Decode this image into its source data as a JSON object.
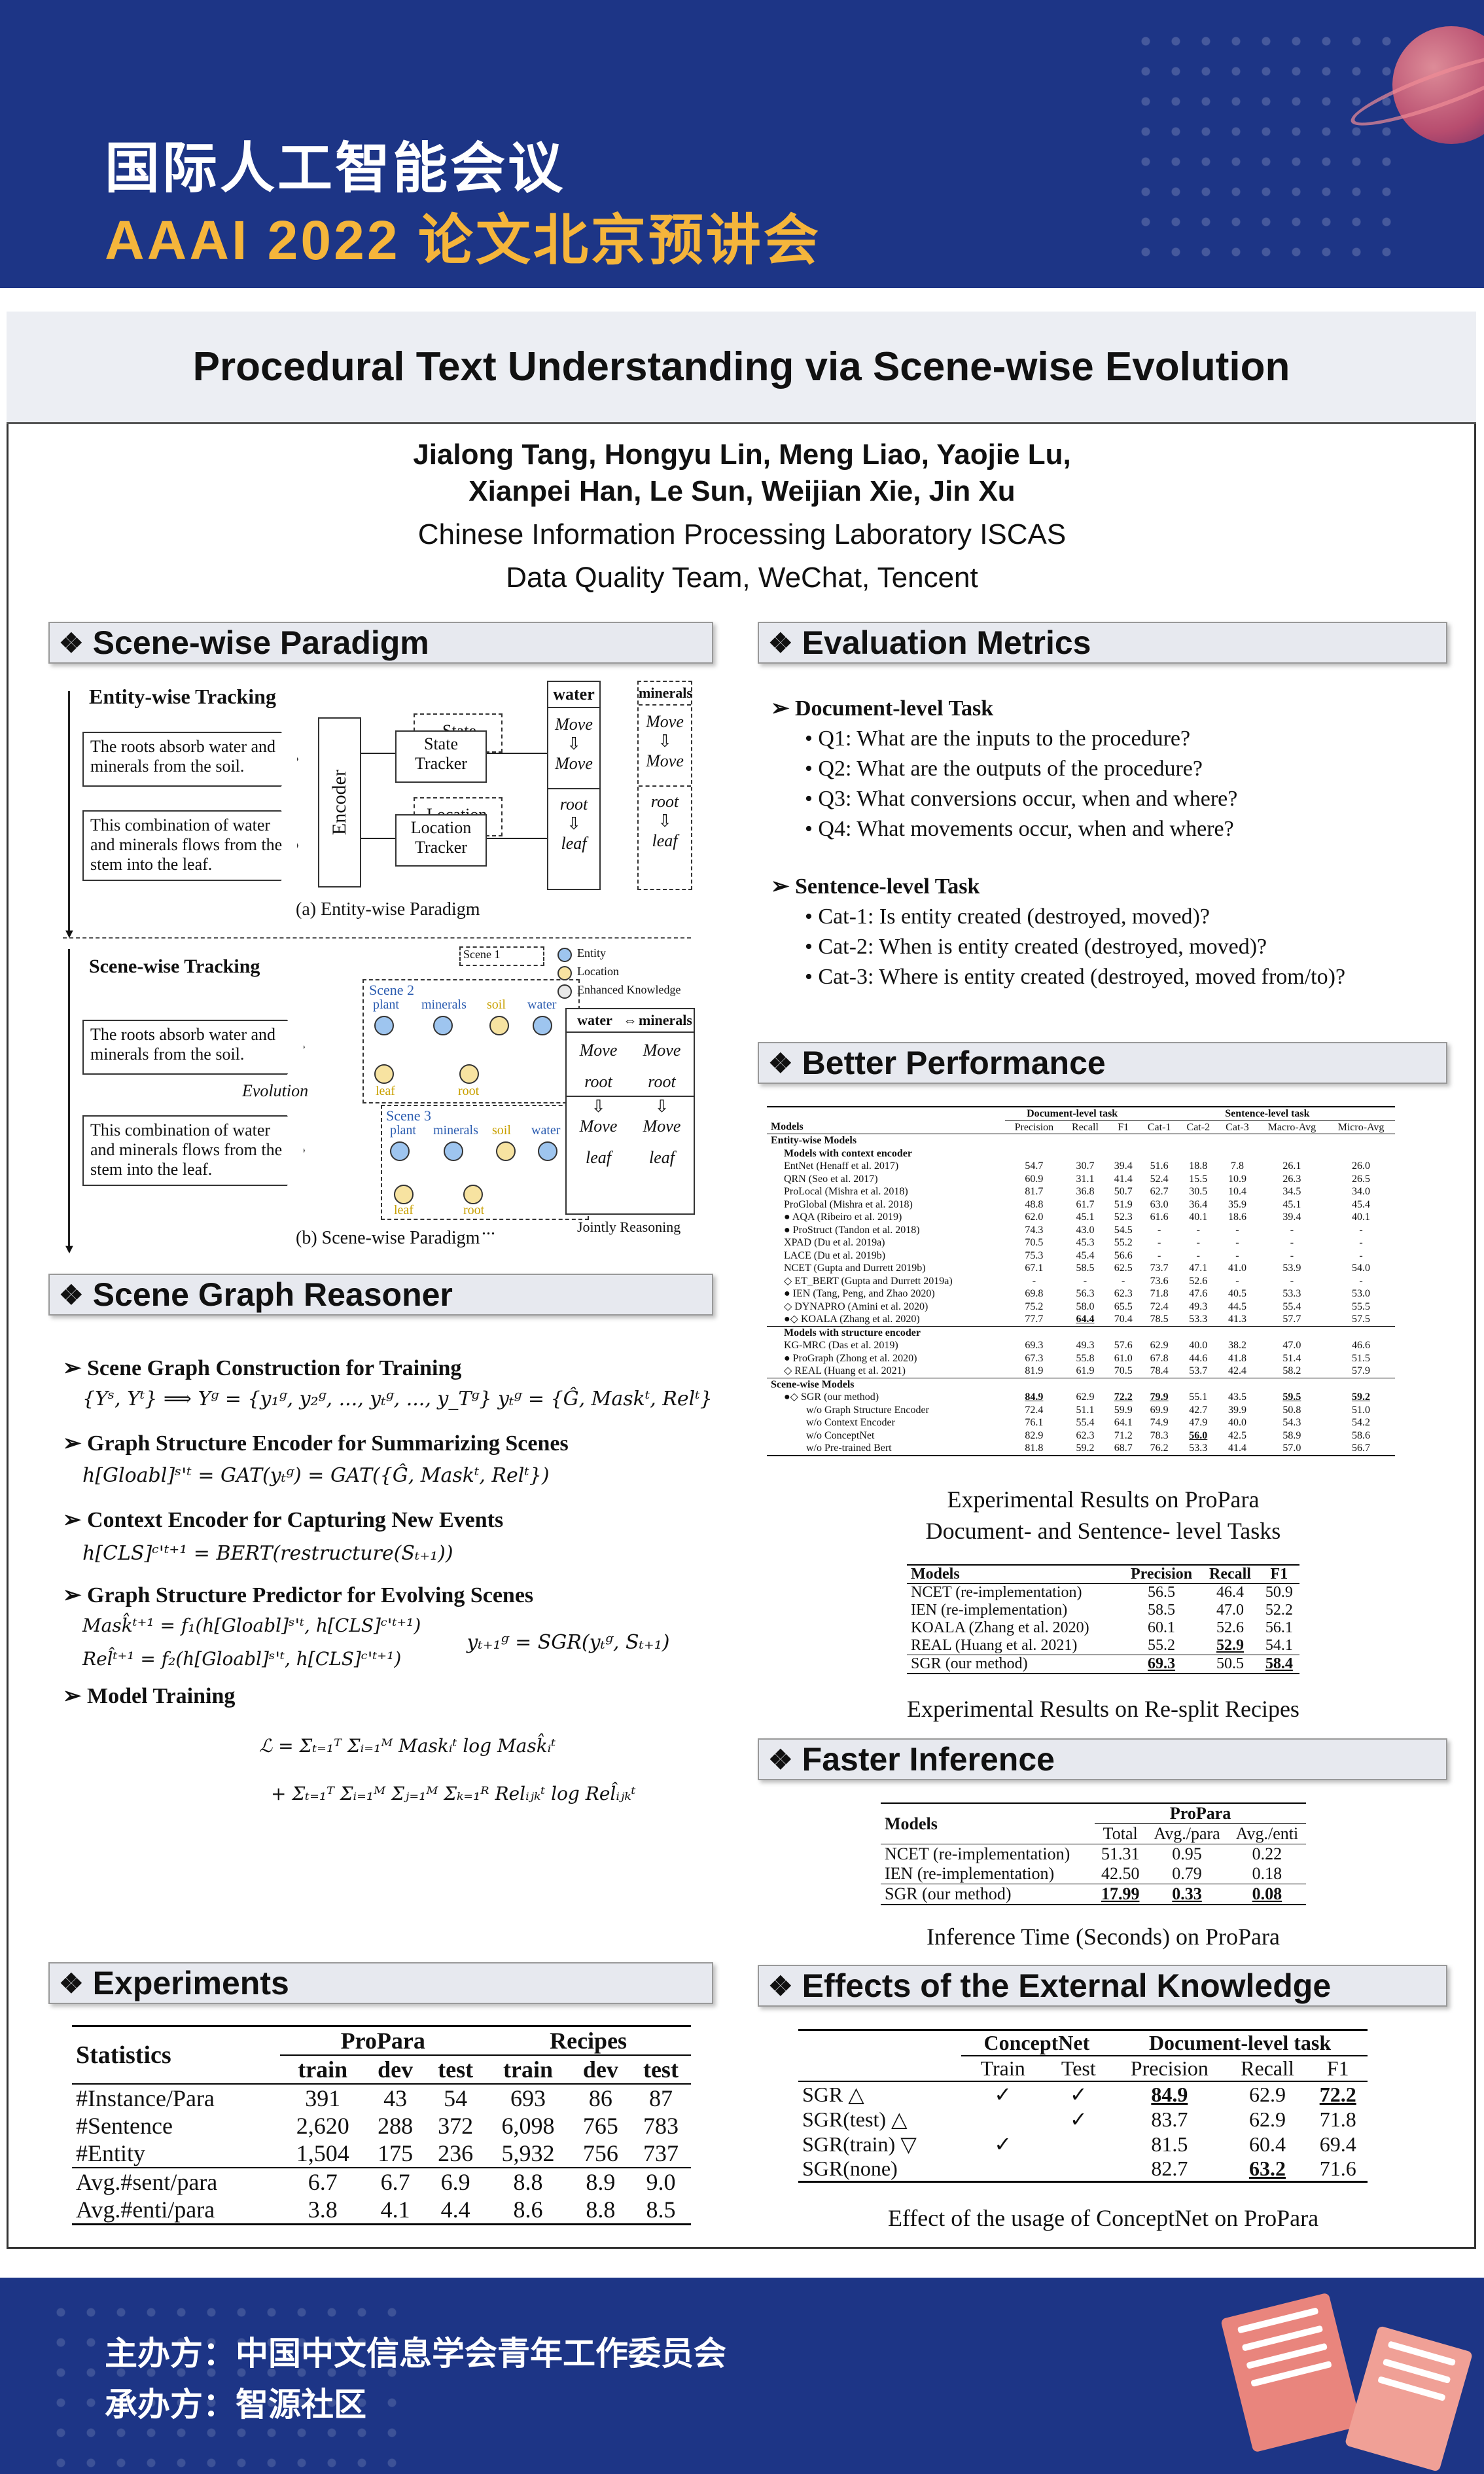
{
  "header": {
    "conference_line1": "国际人工智能会议",
    "conference_line2": "AAAI 2022 论文北京预讲会"
  },
  "paper": {
    "title": "Procedural Text Understanding via Scene-wise Evolution",
    "authors_line1": "Jialong Tang, Hongyu Lin, Meng Liao, Yaojie Lu,",
    "authors_line2": "Xianpei Han, Le Sun, Weijian Xie, Jin Xu",
    "affiliation1": "Chinese Information Processing Laboratory ISCAS",
    "affiliation2": "Data Quality Team, WeChat, Tencent"
  },
  "sections": {
    "scene_paradigm": "Scene-wise Paradigm",
    "eval_metrics": "Evaluation Metrics",
    "scene_graph": "Scene Graph Reasoner",
    "better_perf": "Better Performance",
    "faster": "Faster Inference",
    "experiments": "Experiments",
    "effects": "Effects of the External Knowledge"
  },
  "diagram": {
    "entity_title": "Entity-wise Tracking",
    "entity_text1": "The roots absorb water and minerals from the soil.",
    "entity_text2": "This combination of water and minerals flows from the stem into the leaf.",
    "encoder": "Encoder",
    "state_tracker": "State Tracker",
    "location_tracker": "Location Tracker",
    "state_shadow": "State",
    "location_shadow": "Location",
    "water": "water",
    "minerals": "minerals",
    "move": "Move",
    "root": "root",
    "leaf": "leaf",
    "caption_a": "(a) Entity-wise Paradigm",
    "scene_title": "Scene-wise Tracking",
    "legend_entity": "Entity",
    "legend_location": "Location",
    "legend_knowledge": "Enhanced Knowledge",
    "scene1": "Scene 1",
    "scene2": "Scene 2",
    "scene3": "Scene 3",
    "plant": "plant",
    "soil": "soil",
    "evolution": "Evolution",
    "jointly": "Jointly Reasoning",
    "ellipsis": "...",
    "caption_b": "(b) Scene-wise Paradigm"
  },
  "reasoner": {
    "items": [
      "Scene Graph Construction for Training",
      "Graph Structure Encoder for Summarizing Scenes",
      "Context Encoder for Capturing New Events",
      "Graph Structure Predictor for Evolving Scenes",
      "Model Training"
    ],
    "eq1": "{Yˢ, Yᵗ} ⟹ Yᵍ = {y₁ᵍ, y₂ᵍ, ..., yₜᵍ, ..., y_Tᵍ} yₜᵍ = {Ĝ, Maskᵗ, Relᵗ}",
    "eq2": "h[Gloabl]ˢ'ᵗ = GAT(yₜᵍ) = GAT({Ĝ, Maskᵗ, Relᵗ})",
    "eq3": "h[CLS]ᶜ'ᵗ⁺¹ = BERT(restructure(Sₜ₊₁))",
    "eq4a": "Mask̂ᵗ⁺¹ = f₁(h[Gloabl]ˢ'ᵗ, h[CLS]ᶜ'ᵗ⁺¹)",
    "eq4b": "Rel̂ᵗ⁺¹ = f₂(h[Gloabl]ˢ'ᵗ, h[CLS]ᶜ'ᵗ⁺¹)",
    "eq4c": "yₜ₊₁ᵍ = SGR(yₜᵍ, Sₜ₊₁)",
    "eq5a": "ℒ = Σₜ₌₁ᵀ Σᵢ₌₁ᴹ Maskᵢᵗ log Mask̂ᵢᵗ",
    "eq5b": "+ Σₜ₌₁ᵀ Σᵢ₌₁ᴹ Σⱼ₌₁ᴹ Σₖ₌₁ᴿ Relᵢⱼₖᵗ log Rel̂ᵢⱼₖᵗ"
  },
  "eval": {
    "doc_task": "Document-level Task",
    "doc_items": [
      "Q1: What are the inputs to the procedure?",
      "Q2: What are the outputs of the procedure?",
      "Q3: What conversions occur, when and where?",
      "Q4: What movements occur, when and where?"
    ],
    "sent_task": "Sentence-level Task",
    "sent_items": [
      "Cat-1: Is entity created (destroyed, moved)?",
      "Cat-2: When is entity created (destroyed, moved)?",
      "Cat-3: Where is entity created (destroyed, moved from/to)?"
    ]
  },
  "perf_table": {
    "group_doc": "Document-level task",
    "group_sent": "Sentence-level task",
    "headers": [
      "Models",
      "Precision",
      "Recall",
      "F1",
      "Cat-1",
      "Cat-2",
      "Cat-3",
      "Macro-Avg",
      "Micro-Avg"
    ],
    "rows": [
      {
        "kind": "h1",
        "name": "Entity-wise Models"
      },
      {
        "kind": "h2",
        "name": "Models with context encoder"
      },
      {
        "kind": "r",
        "name": "EntNet (Henaff et al. 2017)",
        "v": [
          "54.7",
          "30.7",
          "39.4",
          "51.6",
          "18.8",
          "7.8",
          "26.1",
          "26.0"
        ]
      },
      {
        "kind": "r",
        "name": "QRN (Seo et al. 2017)",
        "v": [
          "60.9",
          "31.1",
          "41.4",
          "52.4",
          "15.5",
          "10.9",
          "26.3",
          "26.5"
        ]
      },
      {
        "kind": "r",
        "name": "ProLocal (Mishra et al. 2018)",
        "v": [
          "81.7",
          "36.8",
          "50.7",
          "62.7",
          "30.5",
          "10.4",
          "34.5",
          "34.0"
        ]
      },
      {
        "kind": "r",
        "name": "ProGlobal (Mishra et al. 2018)",
        "v": [
          "48.8",
          "61.7",
          "51.9",
          "63.0",
          "36.4",
          "35.9",
          "45.1",
          "45.4"
        ]
      },
      {
        "kind": "r",
        "name": "● AQA (Ribeiro et al. 2019)",
        "v": [
          "62.0",
          "45.1",
          "52.3",
          "61.6",
          "40.1",
          "18.6",
          "39.4",
          "40.1"
        ]
      },
      {
        "kind": "r",
        "name": "● ProStruct (Tandon et al. 2018)",
        "v": [
          "74.3",
          "43.0",
          "54.5",
          "-",
          "-",
          "-",
          "-",
          "-"
        ]
      },
      {
        "kind": "r",
        "name": "XPAD (Du et al. 2019a)",
        "v": [
          "70.5",
          "45.3",
          "55.2",
          "-",
          "-",
          "-",
          "-",
          "-"
        ]
      },
      {
        "kind": "r",
        "name": "LACE (Du et al. 2019b)",
        "v": [
          "75.3",
          "45.4",
          "56.6",
          "-",
          "-",
          "-",
          "-",
          "-"
        ]
      },
      {
        "kind": "r",
        "name": "NCET (Gupta and Durrett 2019b)",
        "v": [
          "67.1",
          "58.5",
          "62.5",
          "73.7",
          "47.1",
          "41.0",
          "53.9",
          "54.0"
        ]
      },
      {
        "kind": "r",
        "name": "◇ ET_BERT (Gupta and Durrett 2019a)",
        "v": [
          "-",
          "-",
          "-",
          "73.6",
          "52.6",
          "-",
          "-",
          "-"
        ]
      },
      {
        "kind": "r",
        "name": "● IEN (Tang, Peng, and Zhao 2020)",
        "v": [
          "69.8",
          "56.3",
          "62.3",
          "71.8",
          "47.6",
          "40.5",
          "53.3",
          "53.0"
        ]
      },
      {
        "kind": "r",
        "name": "◇ DYNAPRO (Amini et al. 2020)",
        "v": [
          "75.2",
          "58.0",
          "65.5",
          "72.4",
          "49.3",
          "44.5",
          "55.4",
          "55.5"
        ]
      },
      {
        "kind": "r",
        "name": "●◇ KOALA (Zhang et al. 2020)",
        "v": [
          "77.7",
          "64.4",
          "70.4",
          "78.5",
          "53.3",
          "41.3",
          "57.7",
          "57.5"
        ]
      },
      {
        "kind": "h2",
        "name": "Models with structure encoder"
      },
      {
        "kind": "r",
        "name": "KG-MRC (Das et al. 2019)",
        "v": [
          "69.3",
          "49.3",
          "57.6",
          "62.9",
          "40.0",
          "38.2",
          "47.0",
          "46.6"
        ]
      },
      {
        "kind": "r",
        "name": "● ProGraph (Zhong et al. 2020)",
        "v": [
          "67.3",
          "55.8",
          "61.0",
          "67.8",
          "44.6",
          "41.8",
          "51.4",
          "51.5"
        ]
      },
      {
        "kind": "r",
        "name": "◇ REAL (Huang et al. 2021)",
        "v": [
          "81.9",
          "61.9",
          "70.5",
          "78.4",
          "53.7",
          "42.4",
          "58.2",
          "57.9"
        ]
      },
      {
        "kind": "h1",
        "name": "Scene-wise Models"
      },
      {
        "kind": "r",
        "name": "●◇ SGR (our method)",
        "v": [
          "84.9",
          "62.9",
          "72.2",
          "79.9",
          "55.1",
          "43.5",
          "59.5",
          "59.2"
        ]
      },
      {
        "kind": "r",
        "name": "w/o Graph Structure Encoder",
        "v": [
          "72.4",
          "51.1",
          "59.9",
          "69.9",
          "42.7",
          "39.9",
          "50.8",
          "51.0"
        ]
      },
      {
        "kind": "r",
        "name": "w/o Context Encoder",
        "v": [
          "76.1",
          "55.4",
          "64.1",
          "74.9",
          "47.9",
          "40.0",
          "54.3",
          "54.2"
        ]
      },
      {
        "kind": "r",
        "name": "w/o ConceptNet",
        "v": [
          "82.9",
          "62.3",
          "71.2",
          "78.3",
          "56.0",
          "42.5",
          "58.9",
          "58.6"
        ]
      },
      {
        "kind": "r",
        "name": "w/o Pre-trained Bert",
        "v": [
          "81.8",
          "59.2",
          "68.7",
          "76.2",
          "53.3",
          "41.4",
          "57.0",
          "56.7"
        ]
      }
    ],
    "caption1": "Experimental Results on ProPara",
    "caption2": "Document- and Sentence- level Tasks"
  },
  "recipes_table": {
    "headers": [
      "Models",
      "Precision",
      "Recall",
      "F1"
    ],
    "rows": [
      [
        "NCET (re-implementation)",
        "56.5",
        "46.4",
        "50.9"
      ],
      [
        "IEN (re-implementation)",
        "58.5",
        "47.0",
        "52.2"
      ],
      [
        "KOALA (Zhang et al. 2020)",
        "60.1",
        "52.6",
        "56.1"
      ],
      [
        "REAL (Huang et al. 2021)",
        "55.2",
        "52.9",
        "54.1"
      ],
      [
        "SGR (our method)",
        "69.3",
        "50.5",
        "58.4"
      ]
    ],
    "caption": "Experimental Results on Re-split Recipes"
  },
  "inference_table": {
    "group": "ProPara",
    "headers": [
      "Models",
      "Total",
      "Avg./para",
      "Avg./enti"
    ],
    "rows": [
      [
        "NCET (re-implementation)",
        "51.31",
        "0.95",
        "0.22"
      ],
      [
        "IEN (re-implementation)",
        "42.50",
        "0.79",
        "0.18"
      ],
      [
        "SGR (our method)",
        "17.99",
        "0.33",
        "0.08"
      ]
    ],
    "caption": "Inference Time (Seconds) on ProPara"
  },
  "stats_table": {
    "col_label": "Statistics",
    "group1": "ProPara",
    "group2": "Recipes",
    "subheaders": [
      "train",
      "dev",
      "test",
      "train",
      "dev",
      "test"
    ],
    "rows": [
      [
        "#Instance/Para",
        "391",
        "43",
        "54",
        "693",
        "86",
        "87"
      ],
      [
        "#Sentence",
        "2,620",
        "288",
        "372",
        "6,098",
        "765",
        "783"
      ],
      [
        "#Entity",
        "1,504",
        "175",
        "236",
        "5,932",
        "756",
        "737"
      ],
      [
        "Avg.#sent/para",
        "6.7",
        "6.7",
        "6.9",
        "8.8",
        "8.9",
        "9.0"
      ],
      [
        "Avg.#enti/para",
        "3.8",
        "4.1",
        "4.4",
        "8.6",
        "8.8",
        "8.5"
      ]
    ]
  },
  "knowledge_table": {
    "group1": "ConceptNet",
    "group2": "Document-level task",
    "subheaders": [
      "Train",
      "Test",
      "Precision",
      "Recall",
      "F1"
    ],
    "rows": [
      [
        "SGR △",
        "✓",
        "✓",
        "84.9",
        "62.9",
        "72.2"
      ],
      [
        "SGR(test) △",
        "",
        "✓",
        "83.7",
        "62.9",
        "71.8"
      ],
      [
        "SGR(train) ▽",
        "✓",
        "",
        "81.5",
        "60.4",
        "69.4"
      ],
      [
        "SGR(none)",
        "",
        "",
        "82.7",
        "63.2",
        "71.6"
      ]
    ],
    "caption": "Effect of the usage of ConceptNet on ProPara"
  },
  "footer": {
    "host": "主办方：中国中文信息学会青年工作委员会",
    "organizer": "承办方：智源社区"
  }
}
